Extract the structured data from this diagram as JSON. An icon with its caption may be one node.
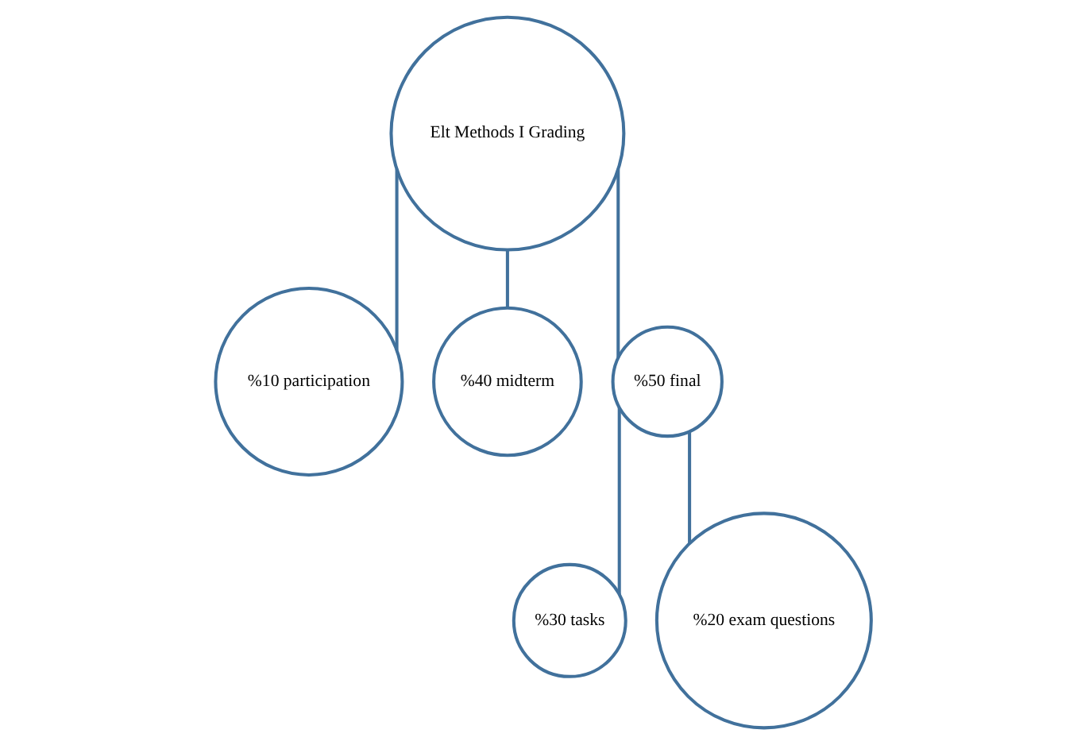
{
  "diagram": {
    "nodes": [
      {
        "text": [
          "Elt Methods I Grading"
        ]
      },
      {
        "text": [
          "%10 participation"
        ]
      },
      {
        "text": [
          "%40 midterm"
        ]
      },
      {
        "text": [
          "%50 final"
        ]
      },
      {
        "text": [
          "%30 tasks"
        ]
      },
      {
        "text": [
          "%20 exam questions"
        ]
      }
    ],
    "edges": [
      {
        "from": 0,
        "to": 1,
        "arrow": "none"
      },
      {
        "from": 0,
        "to": 2,
        "arrow": "none"
      },
      {
        "from": 0,
        "to": 3,
        "arrow": "none"
      },
      {
        "from": 3,
        "to": 4,
        "arrow": "none"
      },
      {
        "from": 3,
        "to": 5,
        "arrow": "none"
      }
    ]
  }
}
